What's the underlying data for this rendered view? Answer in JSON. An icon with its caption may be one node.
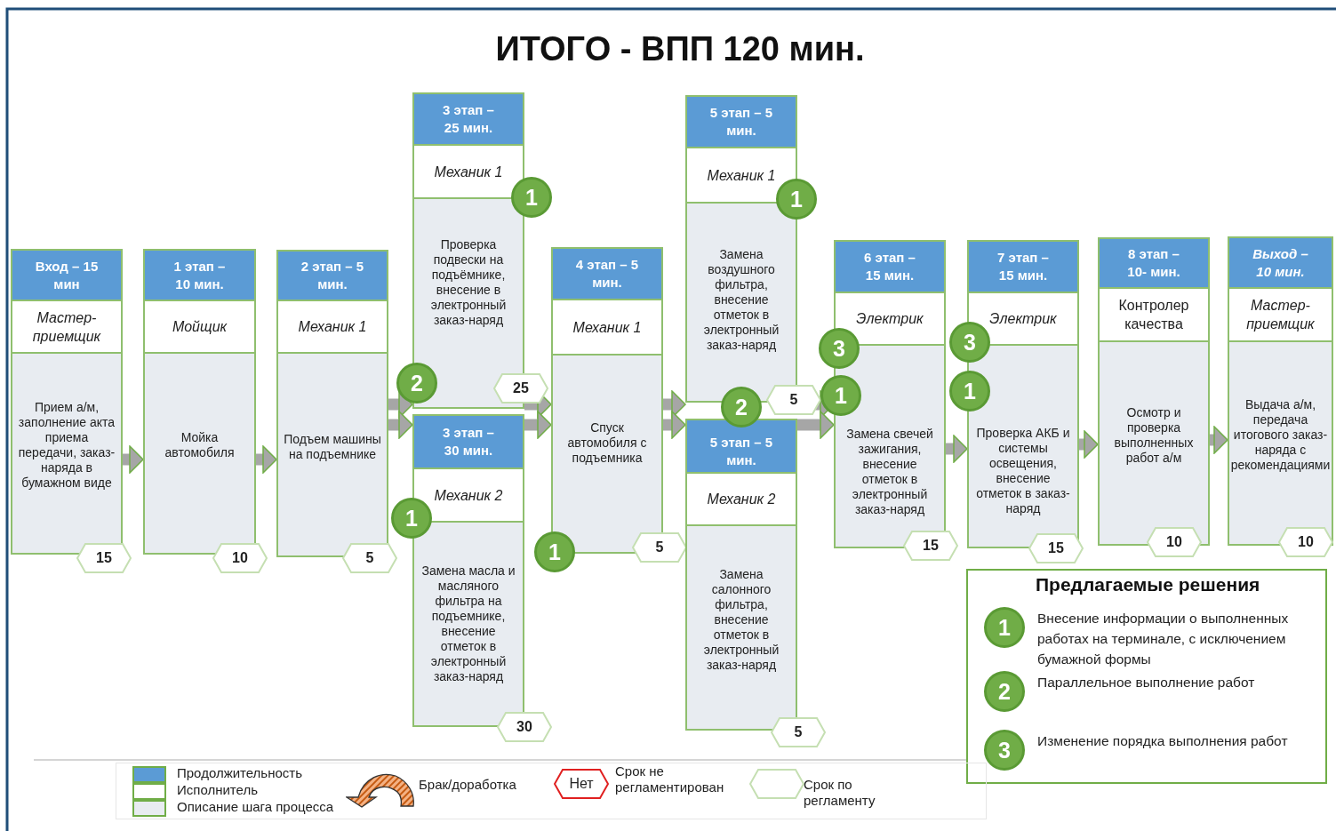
{
  "diagram": {
    "title": "ИТОГО - ВПП 120 мин.",
    "nodes": [
      {
        "text": [
          "Вход – 15 мин",
          "Мастер-приемщик",
          "Прием а/м, заполнение акта приема передачи, заказ-наряда в бумажном виде",
          "15"
        ]
      },
      {
        "text": [
          "1 этап – 10 мин.",
          "Мойщик",
          "Мойка автомобиля",
          "10"
        ]
      },
      {
        "text": [
          "2 этап – 5 мин.",
          "Механик 1",
          "Подъем машины на подъемнике",
          "5"
        ]
      },
      {
        "text": [
          "3 этап – 25 мин.",
          "Механик 1",
          "Проверка подвески на подъёмнике, внесение в электронный заказ-наряд",
          "25"
        ]
      },
      {
        "text": [
          "3 этап – 30 мин.",
          "Механик 2",
          "Замена масла и масляного фильтра на подъемнике, внесение отметок в электронный заказ-наряд",
          "30"
        ]
      },
      {
        "text": [
          "4 этап – 5 мин.",
          "Механик 1",
          "Спуск автомобиля с подъемника",
          "5"
        ]
      },
      {
        "text": [
          "5 этап – 5 мин.",
          "Механик 1",
          "Замена воздушного фильтра, внесение отметок в электронный заказ-наряд",
          "5"
        ]
      },
      {
        "text": [
          "5 этап – 5 мин.",
          "Механик 2",
          "Замена салонного фильтра, внесение отметок в электронный заказ-наряд",
          "5"
        ]
      },
      {
        "text": [
          "6 этап – 15 мин.",
          "Электрик",
          "Замена свечей зажигания, внесение отметок в электронный заказ-наряд",
          "15"
        ]
      },
      {
        "text": [
          "7 этап – 15 мин.",
          "Электрик",
          "Проверка АКБ и системы освещения, внесение отметок в заказ-наряд",
          "15"
        ]
      },
      {
        "text": [
          "8 этап – 10- мин.",
          "Контролер качества",
          "Осмотр и проверка выполненных работ а/м",
          "10"
        ]
      },
      {
        "text": [
          "Выход – 10 мин.",
          "Мастер-приемщик",
          "Выдача а/м, передача итогового заказ-наряда с рекомендациями",
          "10"
        ]
      },
      {
        "text": [
          "1"
        ]
      },
      {
        "text": [
          "2"
        ]
      },
      {
        "text": [
          "1"
        ]
      },
      {
        "text": [
          "1"
        ]
      },
      {
        "text": [
          "1"
        ]
      },
      {
        "text": [
          "2"
        ]
      },
      {
        "text": [
          "3"
        ]
      },
      {
        "text": [
          "1"
        ]
      },
      {
        "text": [
          "3"
        ]
      },
      {
        "text": [
          "1"
        ]
      },
      {
        "text": [
          "Предлагаемые решения"
        ]
      },
      {
        "text": [
          "1"
        ],
        "in": 22,
        "beside": [
          "Внесение информации о выполненных работах на терминале, с исключением бумажной формы"
        ]
      },
      {
        "text": [
          "2"
        ],
        "in": 22,
        "beside": [
          "Параллельное выполнение работ"
        ]
      },
      {
        "text": [
          "3"
        ],
        "in": 22,
        "beside": [
          "Изменение порядка выполнения работ"
        ]
      }
    ],
    "edges": [
      {
        "from": 0,
        "to": 1,
        "arrow": "to"
      },
      {
        "from": 1,
        "to": 2,
        "arrow": "to"
      },
      {
        "from": 2,
        "to": 3,
        "arrow": "to"
      },
      {
        "from": 2,
        "to": 4,
        "arrow": "to"
      },
      {
        "from": 3,
        "to": 5,
        "arrow": "to"
      },
      {
        "from": 4,
        "to": 5,
        "arrow": "to"
      },
      {
        "from": 5,
        "to": 6,
        "arrow": "to"
      },
      {
        "from": 5,
        "to": 7,
        "arrow": "to"
      },
      {
        "from": 6,
        "to": 8,
        "arrow": "to"
      },
      {
        "from": 7,
        "to": 8,
        "arrow": "to"
      },
      {
        "from": 8,
        "to": 9,
        "arrow": "to"
      },
      {
        "from": 9,
        "to": 10,
        "arrow": "to"
      },
      {
        "from": 10,
        "to": 11,
        "arrow": "to"
      }
    ],
    "labels": [
      "Нет"
    ],
    "legend": [
      {
        "text": "Продолжительность",
        "color": "#5b9bd5"
      },
      {
        "text": "Исполнитель",
        "color": "#ffffff"
      },
      {
        "text": "Описание шага процесса",
        "color": "#e8ecf1"
      },
      {
        "text": "Брак/доработка"
      },
      {
        "text": "Срок не регламентирован"
      },
      {
        "text": "Срок по регламенту"
      }
    ]
  }
}
